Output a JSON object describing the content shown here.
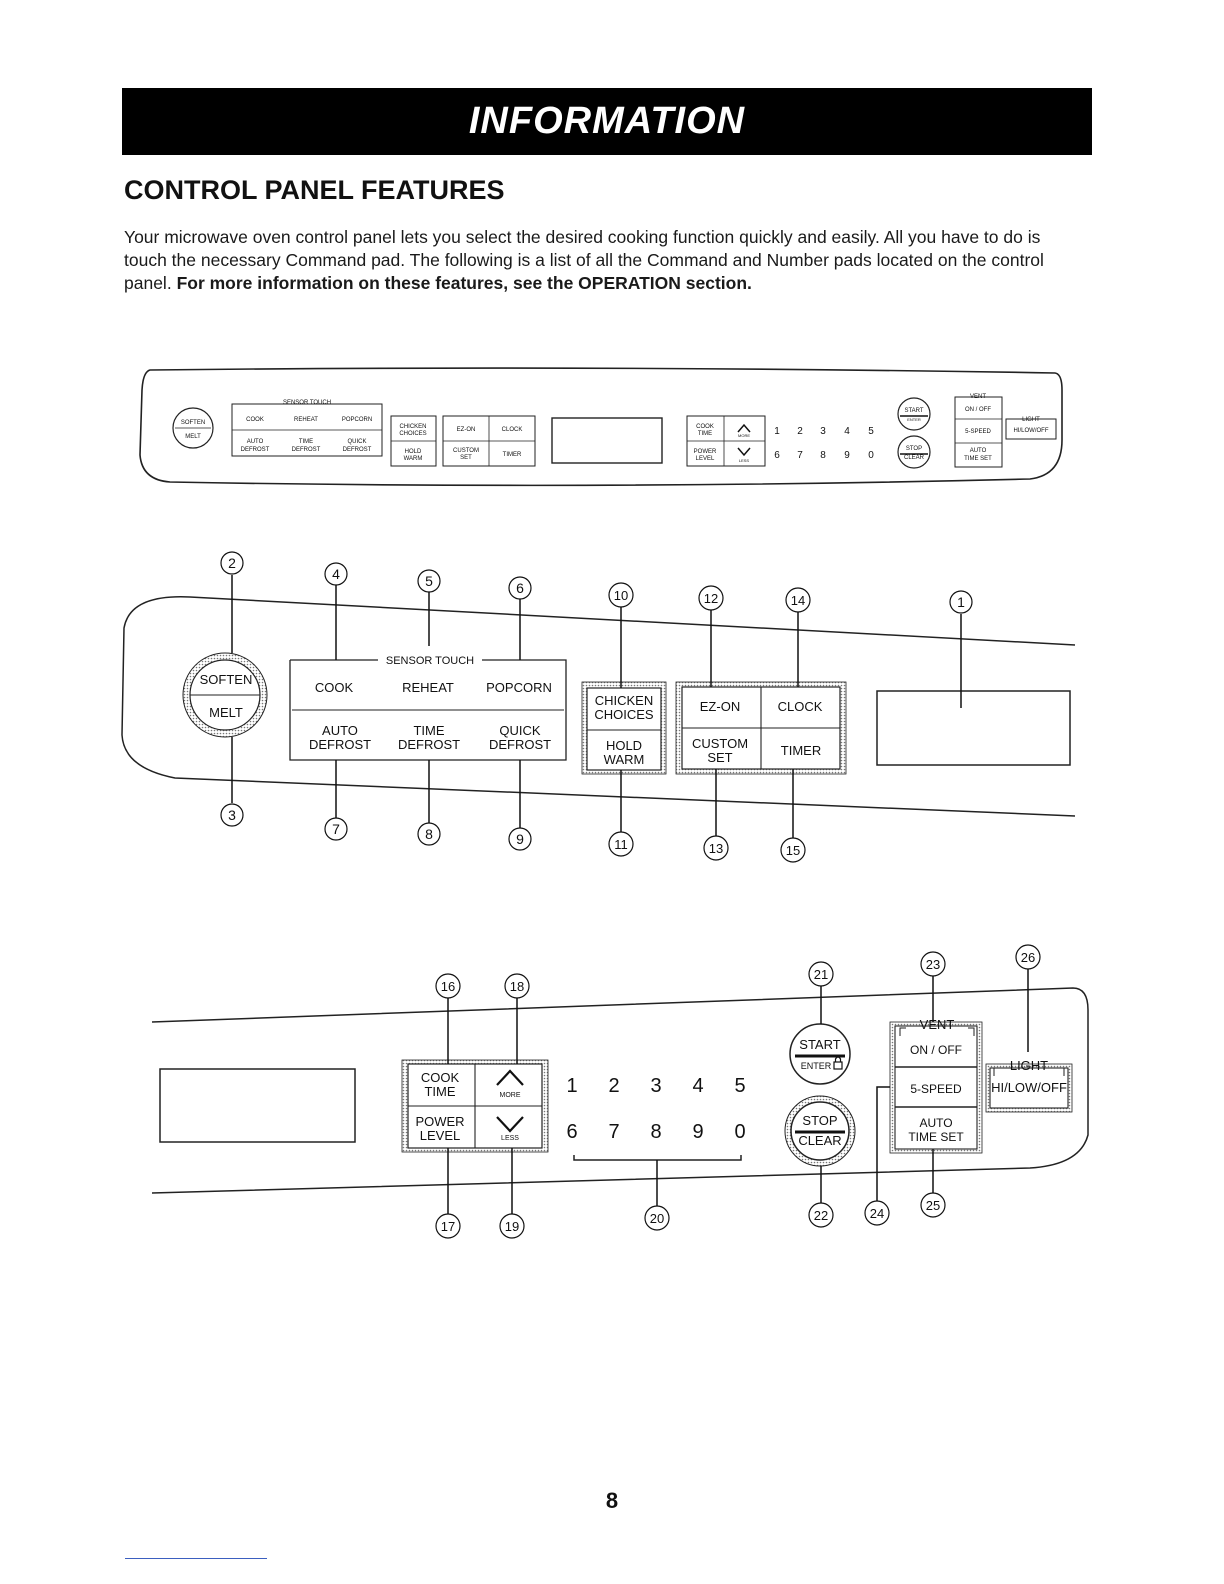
{
  "banner": {
    "title": "INFORMATION"
  },
  "section": {
    "heading": "CONTROL PANEL FEATURES",
    "intro_plain": "Your microwave oven control panel lets you select the desired cooking function quickly and easily. All you have to do is touch the necessary Command pad. The following is a list of all the Command and Number pads located on the control panel.",
    "intro_bold": "For more information on these features, see the OPERATION section."
  },
  "panel": {
    "sensor_touch": "SENSOR TOUCH",
    "soften": "SOFTEN",
    "melt": "MELT",
    "cook": "COOK",
    "reheat": "REHEAT",
    "popcorn": "POPCORN",
    "auto": "AUTO",
    "time": "TIME",
    "quick": "QUICK",
    "defrost": "DEFROST",
    "chicken": "CHICKEN",
    "choices": "CHOICES",
    "hold": "HOLD",
    "warm": "WARM",
    "ez_on": "EZ-ON",
    "clock": "CLOCK",
    "custom": "CUSTOM",
    "set": "SET",
    "timer": "TIMER",
    "cook_top": "COOK",
    "time_bottom": "TIME",
    "power": "POWER",
    "level": "LEVEL",
    "more": "MORE",
    "less": "LESS",
    "digits_row1": [
      "1",
      "2",
      "3",
      "4",
      "5"
    ],
    "digits_row2": [
      "6",
      "7",
      "8",
      "9",
      "0"
    ],
    "start": "START",
    "enter": "ENTER",
    "stop": "STOP",
    "clear": "CLEAR",
    "vent": "VENT",
    "on_off": "ON / OFF",
    "five_speed": "5-SPEED",
    "auto_top": "AUTO",
    "time_set": "TIME SET",
    "light": "LIGHT",
    "hi_low_off": "HI/LOW/OFF"
  },
  "callouts": [
    "1",
    "2",
    "3",
    "4",
    "5",
    "6",
    "7",
    "8",
    "9",
    "10",
    "11",
    "12",
    "13",
    "14",
    "15",
    "16",
    "17",
    "18",
    "19",
    "20",
    "21",
    "22",
    "23",
    "24",
    "25",
    "26"
  ],
  "page_number": "8"
}
